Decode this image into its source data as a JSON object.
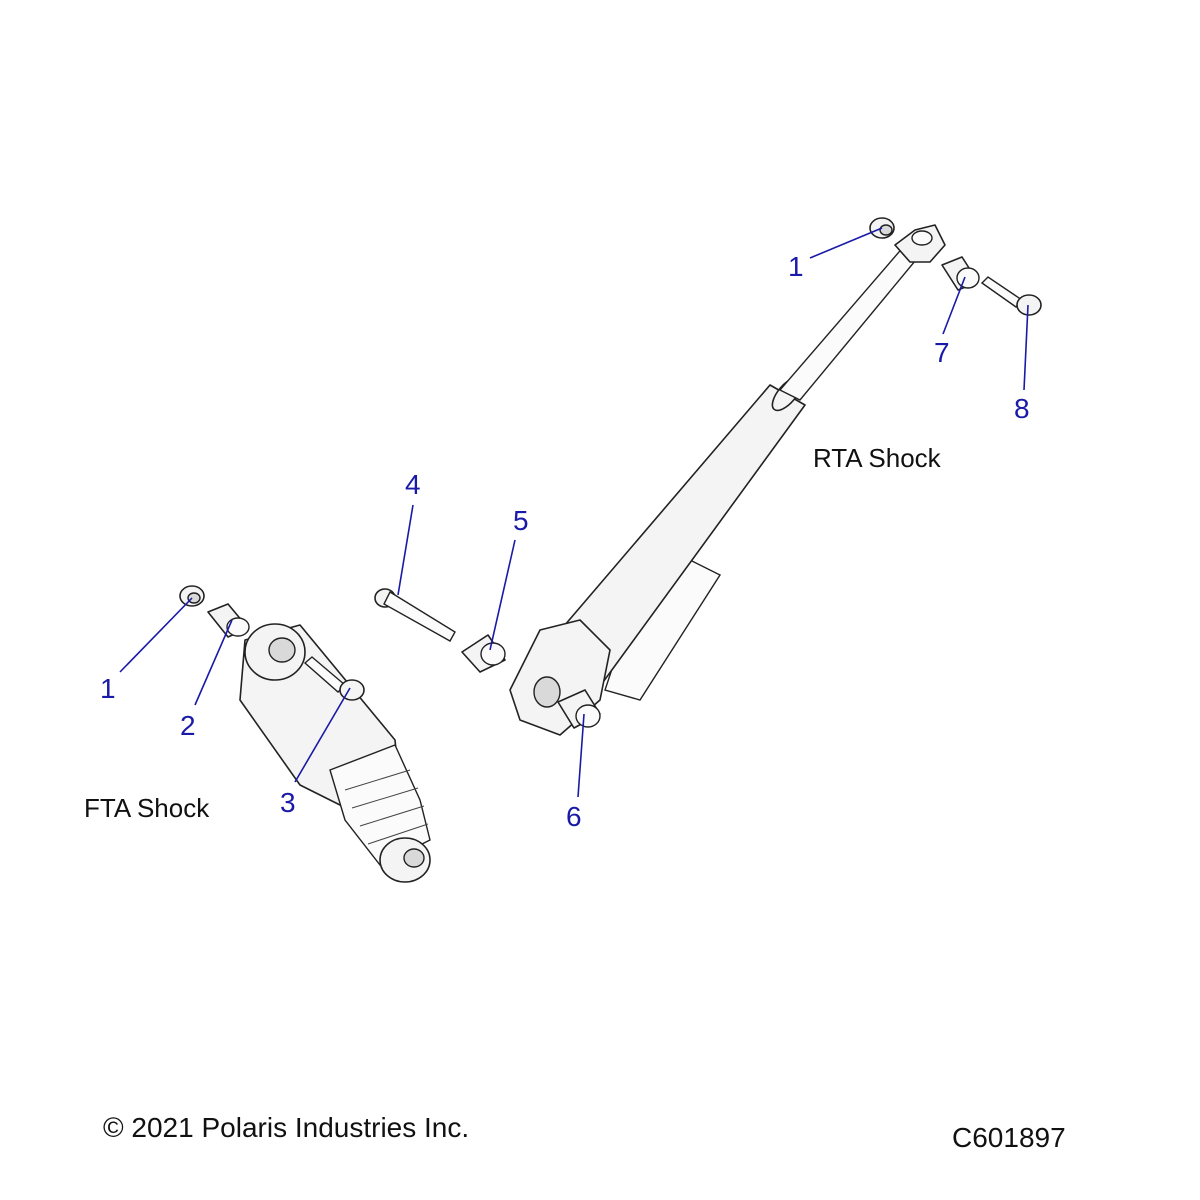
{
  "callouts": [
    {
      "id": "c1a",
      "text": "1"
    },
    {
      "id": "c2",
      "text": "2"
    },
    {
      "id": "c3",
      "text": "3"
    },
    {
      "id": "c4",
      "text": "4"
    },
    {
      "id": "c5",
      "text": "5"
    },
    {
      "id": "c6",
      "text": "6"
    },
    {
      "id": "c1b",
      "text": "1"
    },
    {
      "id": "c7",
      "text": "7"
    },
    {
      "id": "c8",
      "text": "8"
    }
  ],
  "assemblies": {
    "fta": "FTA Shock",
    "rta": "RTA Shock"
  },
  "footer": {
    "copyright": "© 2021 Polaris Industries Inc.",
    "figure_id": "C601897"
  }
}
